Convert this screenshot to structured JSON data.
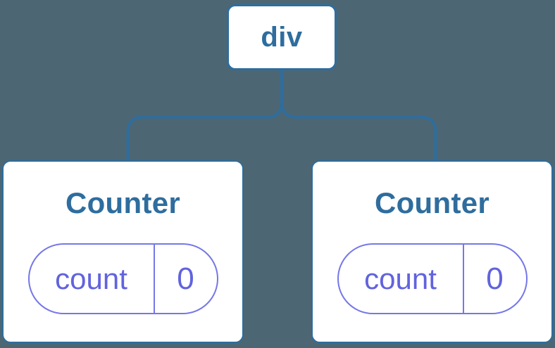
{
  "tree": {
    "root": {
      "label": "div"
    },
    "children": [
      {
        "title": "Counter",
        "state": {
          "name": "count",
          "value": "0"
        }
      },
      {
        "title": "Counter",
        "state": {
          "name": "count",
          "value": "0"
        }
      }
    ]
  },
  "colors": {
    "background": "#4C6673",
    "node_fill": "#FFFFFF",
    "node_stroke": "#2E6D9E",
    "node_text": "#2E6D9E",
    "connector": "#2E6D9E",
    "state_pill_stroke": "#7577E8",
    "state_pill_text": "#6163DE"
  }
}
